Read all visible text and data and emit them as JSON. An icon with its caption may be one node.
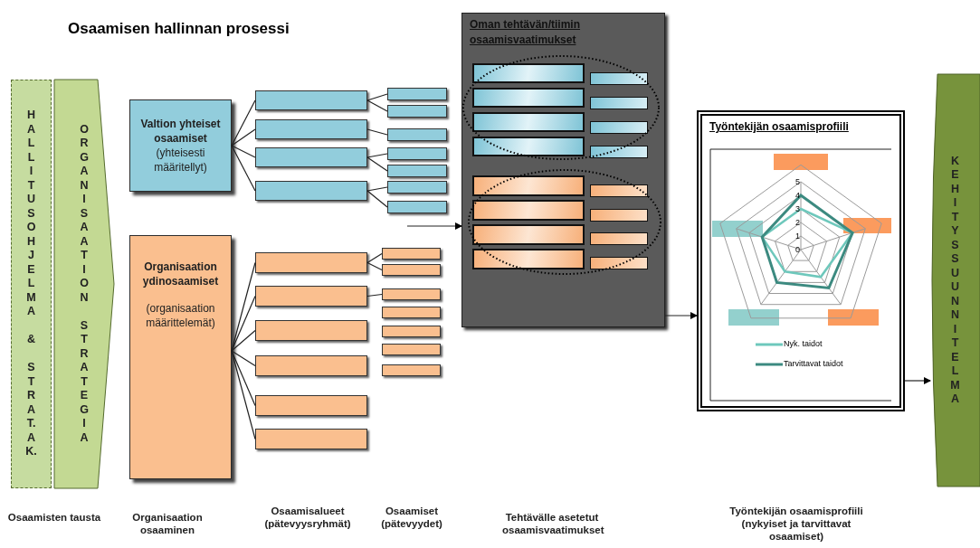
{
  "diagram": {
    "title": "Osaamisen hallinnan prosessi",
    "nodes": [
      {
        "text": [
          "HALLITUSOHJELMA & STRAT.AK."
        ]
      },
      {
        "text": [
          "ORGANISAATION STRATEGIA"
        ]
      },
      {
        "text": [
          "Valtion yhteiset osaamiset",
          "(yhteisesti määritellyt)"
        ]
      },
      {
        "text": [],
        "shape": "box"
      },
      {
        "text": [],
        "shape": "box"
      },
      {
        "text": [],
        "shape": "box"
      },
      {
        "text": [],
        "shape": "box"
      },
      {
        "text": [],
        "shape": "box"
      },
      {
        "text": [],
        "shape": "box"
      },
      {
        "text": [],
        "shape": "box"
      },
      {
        "text": [],
        "shape": "box"
      },
      {
        "text": [],
        "shape": "box"
      },
      {
        "text": [],
        "shape": "box"
      },
      {
        "text": [],
        "shape": "box"
      },
      {
        "text": [
          "Organisaation ydinosaamiset",
          "(organisaation määrittelemät)"
        ]
      },
      {
        "text": [],
        "shape": "box"
      },
      {
        "text": [],
        "shape": "box"
      },
      {
        "text": [],
        "shape": "box"
      },
      {
        "text": [],
        "shape": "box"
      },
      {
        "text": [],
        "shape": "box"
      },
      {
        "text": [],
        "shape": "box"
      },
      {
        "text": [],
        "shape": "box"
      },
      {
        "text": [],
        "shape": "box"
      },
      {
        "text": [],
        "shape": "box"
      },
      {
        "text": [],
        "shape": "box"
      },
      {
        "text": [],
        "shape": "box"
      },
      {
        "text": [],
        "shape": "box"
      },
      {
        "text": [],
        "shape": "box"
      },
      {
        "text": [
          "Oman tehtävän/tiimin osaamisvaatimukset"
        ]
      },
      {
        "text": [],
        "shape": "box",
        "in": 28
      },
      {
        "text": [],
        "shape": "box",
        "in": 28
      },
      {
        "text": [],
        "shape": "box",
        "in": 28
      },
      {
        "text": [],
        "shape": "box",
        "in": 28
      },
      {
        "text": [],
        "shape": "box",
        "in": 28
      },
      {
        "text": [],
        "shape": "box",
        "in": 28
      },
      {
        "text": [],
        "shape": "box",
        "in": 28
      },
      {
        "text": [],
        "shape": "box",
        "in": 28
      },
      {
        "text": [],
        "shape": "box",
        "in": 28
      },
      {
        "text": [],
        "shape": "box",
        "in": 28
      },
      {
        "text": [],
        "shape": "box",
        "in": 28
      },
      {
        "text": [],
        "shape": "box",
        "in": 28
      },
      {
        "text": [],
        "shape": "box",
        "in": 28
      },
      {
        "text": [],
        "shape": "box",
        "in": 28
      },
      {
        "text": [],
        "shape": "box",
        "in": 28
      },
      {
        "text": [],
        "shape": "box",
        "in": 28
      },
      {
        "text": [
          "Työntekijän osaamisprofiili"
        ]
      },
      {
        "text": [],
        "shape": "box",
        "in": 45
      },
      {
        "text": [],
        "shape": "box",
        "in": 45
      },
      {
        "text": [],
        "shape": "box",
        "in": 45
      },
      {
        "text": [],
        "shape": "box",
        "in": 45
      },
      {
        "text": [],
        "shape": "box",
        "in": 45
      },
      {
        "text": [
          "KEHITYSSUUNNITELMA"
        ]
      }
    ],
    "edges": [
      {
        "from": 2,
        "to": 3,
        "arrow": "none"
      },
      {
        "from": 2,
        "to": 4,
        "arrow": "none"
      },
      {
        "from": 2,
        "to": 5,
        "arrow": "none"
      },
      {
        "from": 2,
        "to": 6,
        "arrow": "none"
      },
      {
        "from": 3,
        "to": 7,
        "arrow": "none"
      },
      {
        "from": 3,
        "to": 8,
        "arrow": "none"
      },
      {
        "from": 4,
        "to": 9,
        "arrow": "none"
      },
      {
        "from": 5,
        "to": 10,
        "arrow": "none"
      },
      {
        "from": 5,
        "to": 11,
        "arrow": "none"
      },
      {
        "from": 6,
        "to": 12,
        "arrow": "none"
      },
      {
        "from": 6,
        "to": 13,
        "arrow": "none"
      },
      {
        "from": 14,
        "to": 15,
        "arrow": "none"
      },
      {
        "from": 14,
        "to": 16,
        "arrow": "none"
      },
      {
        "from": 14,
        "to": 17,
        "arrow": "none"
      },
      {
        "from": 14,
        "to": 18,
        "arrow": "none"
      },
      {
        "from": 14,
        "to": 19,
        "arrow": "none"
      },
      {
        "from": 14,
        "to": 20,
        "arrow": "none"
      },
      {
        "from": 15,
        "to": 21,
        "arrow": "none"
      },
      {
        "from": 15,
        "to": 22,
        "arrow": "none"
      },
      {
        "from": 16,
        "to": 23,
        "arrow": "none"
      },
      {
        "from": null,
        "to": 28,
        "arrow": "to"
      },
      {
        "from": 28,
        "to": 45,
        "arrow": "to"
      },
      {
        "from": 45,
        "to": 51,
        "arrow": "to"
      }
    ],
    "labels": [
      "5",
      "4",
      "3",
      "2",
      "1",
      "0",
      "Osaamisten tausta",
      "Organisaation osaaminen",
      "Osaamisalueet (pätevyysryhmät)",
      "Osaamiset (pätevyydet)",
      "Tehtävälle asetetut osaamisvaatimukset",
      "Työntekijän osaamisprofiili (nykyiset ja tarvittavat osaamiset)"
    ],
    "legend": [
      {
        "text": "Nyk. taidot"
      },
      {
        "text": "Tarvittavat taidot"
      }
    ]
  }
}
